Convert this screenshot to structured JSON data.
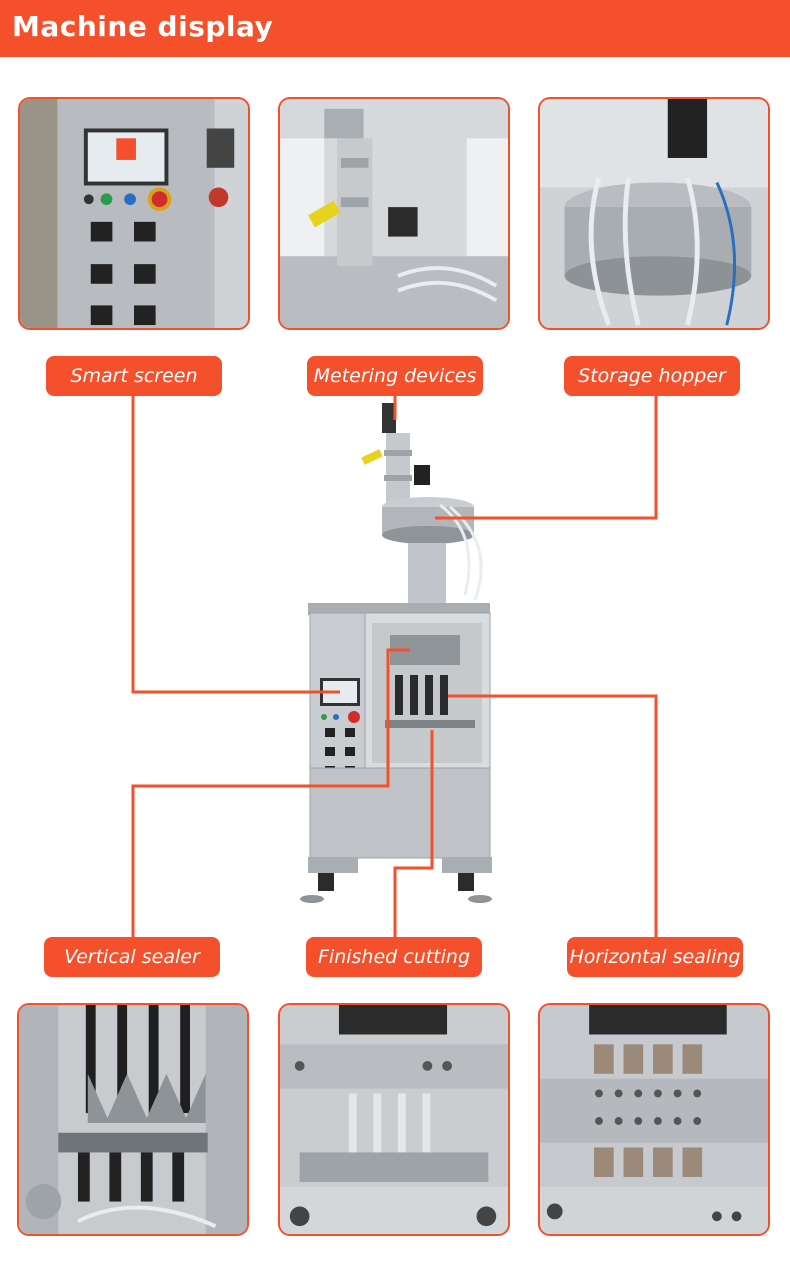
{
  "header": {
    "title": "Machine display"
  },
  "labels": {
    "smart_screen": "Smart screen",
    "metering_devices": "Metering devices",
    "storage_hopper": "Storage hopper",
    "vertical_sealer": "Vertical sealer",
    "finished_cutting": "Finished cutting",
    "horizontal_sealing": "Horizontal sealing"
  },
  "colors": {
    "accent": "#f4502b",
    "panel": "#c9cccf",
    "steel": "#b9bdc1"
  }
}
